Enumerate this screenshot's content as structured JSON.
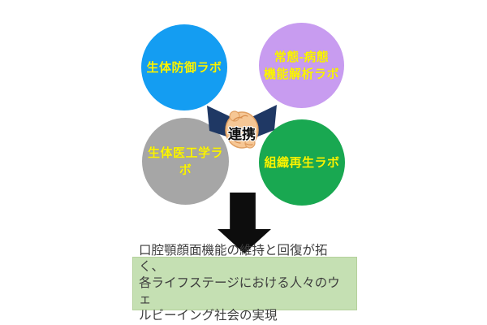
{
  "diagram": {
    "labs": [
      {
        "name": "biodefense-lab",
        "label": "生体防御ラボ",
        "color": "#149df2"
      },
      {
        "name": "function-analysis-lab",
        "label": "常態-病態\n機能解析ラボ",
        "color": "#c89cf0"
      },
      {
        "name": "biomedical-engineering-lab",
        "label": "生体医工学ラボ",
        "color": "#a6a6a6"
      },
      {
        "name": "tissue-regeneration-lab",
        "label": "組織再生ラボ",
        "color": "#19a851"
      }
    ],
    "label_text_color": "#fcf500",
    "center": {
      "icon": "handshake-icon",
      "label": "連携",
      "sleeve_color": "#1f3864",
      "hand_color": "#f6c795"
    },
    "flow": {
      "icon": "down-arrow-icon",
      "color": "#0d0d0d"
    },
    "outcome": {
      "text": "口腔顎顔面機能の維持と回復が拓く、\n各ライフステージにおける人々のウェ\nルビーイング社会の実現",
      "background_color": "#c5e0b3",
      "text_color": "#3d3d3d"
    }
  }
}
